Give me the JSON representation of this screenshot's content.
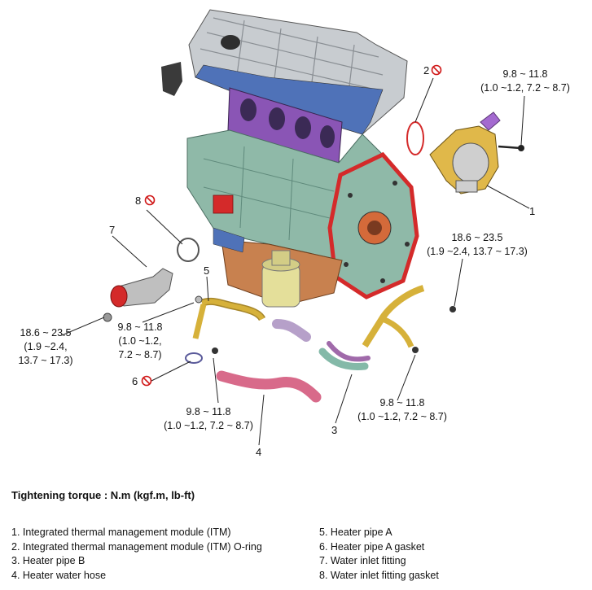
{
  "callouts": {
    "c1": "1",
    "c2": "2",
    "c3": "3",
    "c4": "4",
    "c5": "5",
    "c6": "6",
    "c7": "7",
    "c8": "8"
  },
  "torques": {
    "top_right": [
      "9.8 ~ 11.8",
      "(1.0 ~1.2, 7.2 ~ 8.7)"
    ],
    "mid_right": [
      "18.6 ~ 23.5",
      "(1.9 ~2.4, 13.7 ~ 17.3)"
    ],
    "left": [
      "18.6 ~ 23.5",
      "(1.9 ~2.4,",
      "13.7 ~ 17.3)"
    ],
    "mid_left": [
      "9.8 ~ 11.8",
      "(1.0 ~1.2,",
      "7.2 ~ 8.7)"
    ],
    "bottom_center": [
      "9.8 ~ 11.8",
      "(1.0 ~1.2, 7.2 ~ 8.7)"
    ],
    "bottom_right": [
      "9.8 ~ 11.8",
      "(1.0 ~1.2, 7.2 ~ 8.7)"
    ]
  },
  "tightening_title": "Tightening torque : N.m (kgf.m, lb-ft)",
  "legend_left": [
    "1. Integrated thermal management module (ITM)",
    "2. Integrated thermal management module (ITM) O-ring",
    "3. Heater pipe B",
    "4. Heater water hose"
  ],
  "legend_right": [
    "5. Heater pipe A",
    "6. Heater pipe A gasket",
    "7. Water inlet fitting",
    "8. Water inlet fitting gasket"
  ],
  "icons": {
    "no_reuse": "no-reuse-icon"
  },
  "colors": {
    "engine_block": "#8fb9a8",
    "cylinder_head": "#c8ccd0",
    "gasket_purple": "#8a55b5",
    "oil_pan": "#c8814f",
    "heater_pipe": "#d6b13a",
    "heater_hose": "#d86a8a",
    "red_flange": "#d42a2a",
    "no_reuse_red": "#d01818"
  }
}
